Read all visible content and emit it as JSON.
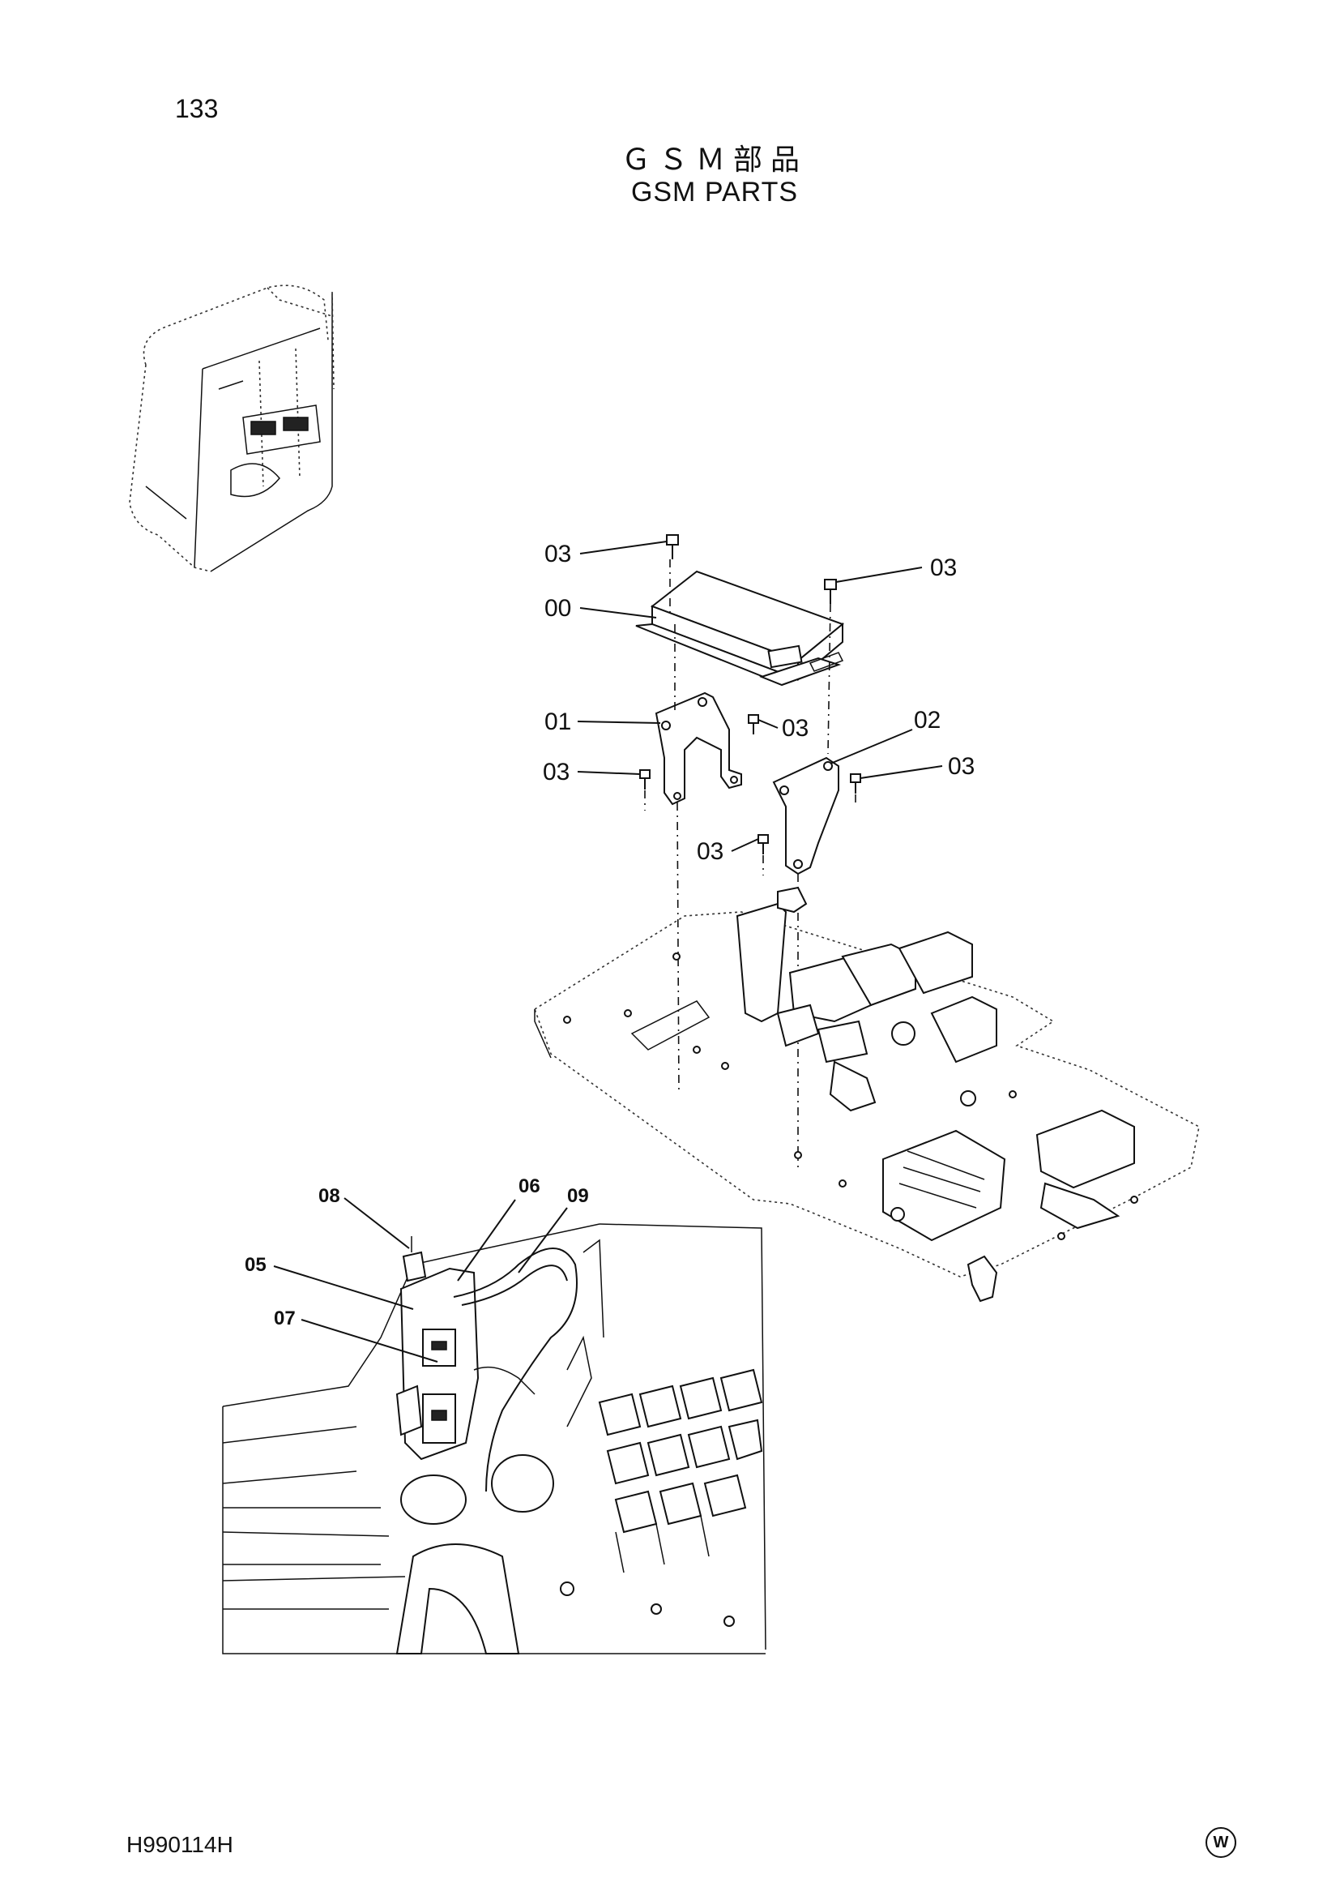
{
  "page": {
    "number": "133",
    "title_jp": "ＧＳＭ部品",
    "title_en": "GSM PARTS",
    "doc_code": "H990114H",
    "footer_mark": "W"
  },
  "callouts": {
    "c00": "00",
    "c01": "01",
    "c02": "02",
    "c03": "03",
    "c05": "05",
    "c06": "06",
    "c07": "07",
    "c08": "08",
    "c09": "09"
  },
  "icons": {
    "cab": "cab-location-icon",
    "gsm_unit": "gsm-unit-icon",
    "bracket_left": "bracket-icon",
    "bracket_right": "bracket-icon",
    "bolt": "bolt-icon",
    "mount_plate": "mounting-plate-icon",
    "installation_view": "installation-view-icon"
  }
}
